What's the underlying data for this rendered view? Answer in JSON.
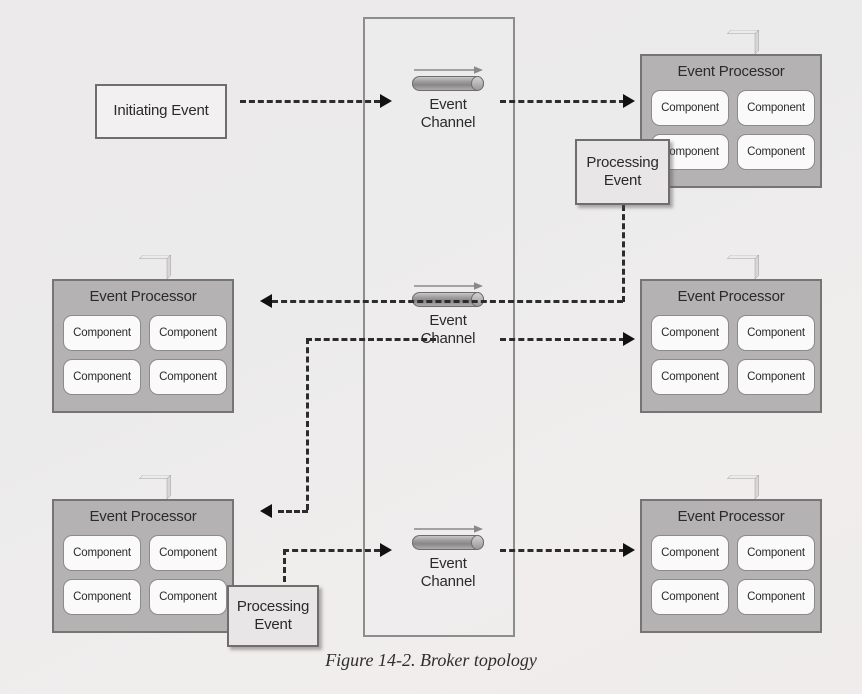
{
  "figure": {
    "caption": "Figure 14-2. Broker topology",
    "background_color": "#ebe9e9",
    "processor_face_color": "#b4b2b2",
    "component_color": "#fbfafa",
    "connector_color": "#2c2c2c"
  },
  "initiating_event": {
    "label": "Initiating Event"
  },
  "broker": {
    "channels": [
      {
        "label_line1": "Event",
        "label_line2": "Channel"
      },
      {
        "label_line1": "Event",
        "label_line2": "Channel"
      },
      {
        "label_line1": "Event",
        "label_line2": "Channel"
      }
    ]
  },
  "processors": [
    {
      "id": "top-right",
      "title": "Event Processor",
      "components": [
        "Component",
        "Component",
        "Component",
        "Component"
      ]
    },
    {
      "id": "middle-left",
      "title": "Event Processor",
      "components": [
        "Component",
        "Component",
        "Component",
        "Component"
      ]
    },
    {
      "id": "middle-right",
      "title": "Event Processor",
      "components": [
        "Component",
        "Component",
        "Component",
        "Component"
      ]
    },
    {
      "id": "bottom-left",
      "title": "Event Processor",
      "components": [
        "Component",
        "Component",
        "Component",
        "Component"
      ]
    },
    {
      "id": "bottom-right",
      "title": "Event Processor",
      "components": [
        "Component",
        "Component",
        "Component",
        "Component"
      ]
    }
  ],
  "processing_events": [
    {
      "id": "top",
      "line1": "Processing",
      "line2": "Event"
    },
    {
      "id": "bottom",
      "line1": "Processing",
      "line2": "Event"
    }
  ]
}
